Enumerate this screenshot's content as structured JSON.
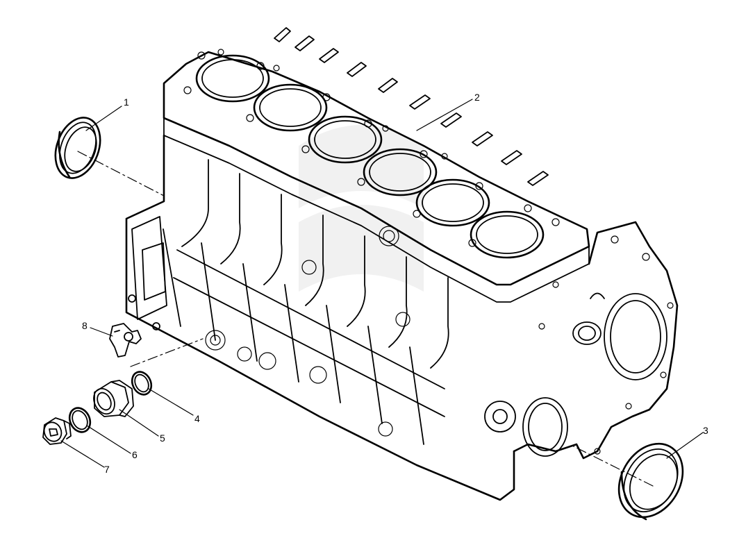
{
  "callouts": [
    {
      "id": "1",
      "label": "1"
    },
    {
      "id": "2",
      "label": "2"
    },
    {
      "id": "3",
      "label": "3"
    },
    {
      "id": "4",
      "label": "4"
    },
    {
      "id": "5",
      "label": "5"
    },
    {
      "id": "6",
      "label": "6"
    },
    {
      "id": "7",
      "label": "7"
    },
    {
      "id": "8",
      "label": "8"
    }
  ],
  "parts": [
    {
      "callout": "1",
      "kind": "seal-ring"
    },
    {
      "callout": "2",
      "kind": "engine-block"
    },
    {
      "callout": "3",
      "kind": "seal-ring"
    },
    {
      "callout": "4",
      "kind": "o-ring"
    },
    {
      "callout": "5",
      "kind": "adapter-fitting"
    },
    {
      "callout": "6",
      "kind": "o-ring"
    },
    {
      "callout": "7",
      "kind": "plug"
    },
    {
      "callout": "8",
      "kind": "sensor"
    }
  ],
  "colors": {
    "ink": "#000000",
    "watermark": "#d9d9d9",
    "background": "#ffffff"
  }
}
